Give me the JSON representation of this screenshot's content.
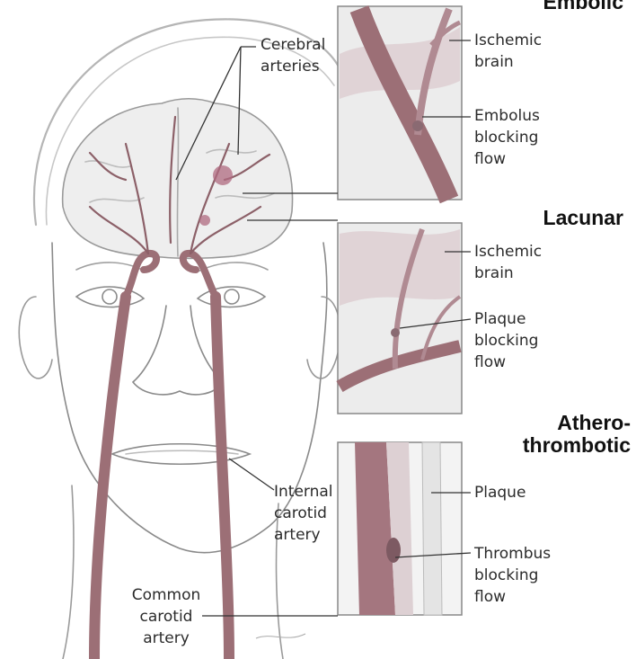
{
  "headings": {
    "embolic": "Embolic",
    "lacunar": "Lacunar",
    "atherothrombotic": [
      "Athero-",
      "thrombotic"
    ]
  },
  "labels": {
    "cerebral_arteries": [
      "Cerebral",
      "arteries"
    ],
    "internal_carotid": [
      "Internal",
      "carotid",
      "artery"
    ],
    "common_carotid": [
      "Common",
      "carotid",
      "artery"
    ],
    "ischemic_brain_1": [
      "Ischemic",
      "brain"
    ],
    "embolus": [
      "Embolus",
      "blocking",
      "flow"
    ],
    "ischemic_brain_2": [
      "Ischemic",
      "brain"
    ],
    "plaque_blocking": [
      "Plaque",
      "blocking",
      "flow"
    ],
    "plaque": "Plaque",
    "thrombus": [
      "Thrombus",
      "blocking",
      "flow"
    ]
  },
  "colors": {
    "line_art": "#8a8a8a",
    "artery": "#9c6f76",
    "artery_dark": "#6e3f49",
    "ischemia": "#b06a80",
    "panel_bg": "#ececec",
    "leader": "#333333"
  }
}
